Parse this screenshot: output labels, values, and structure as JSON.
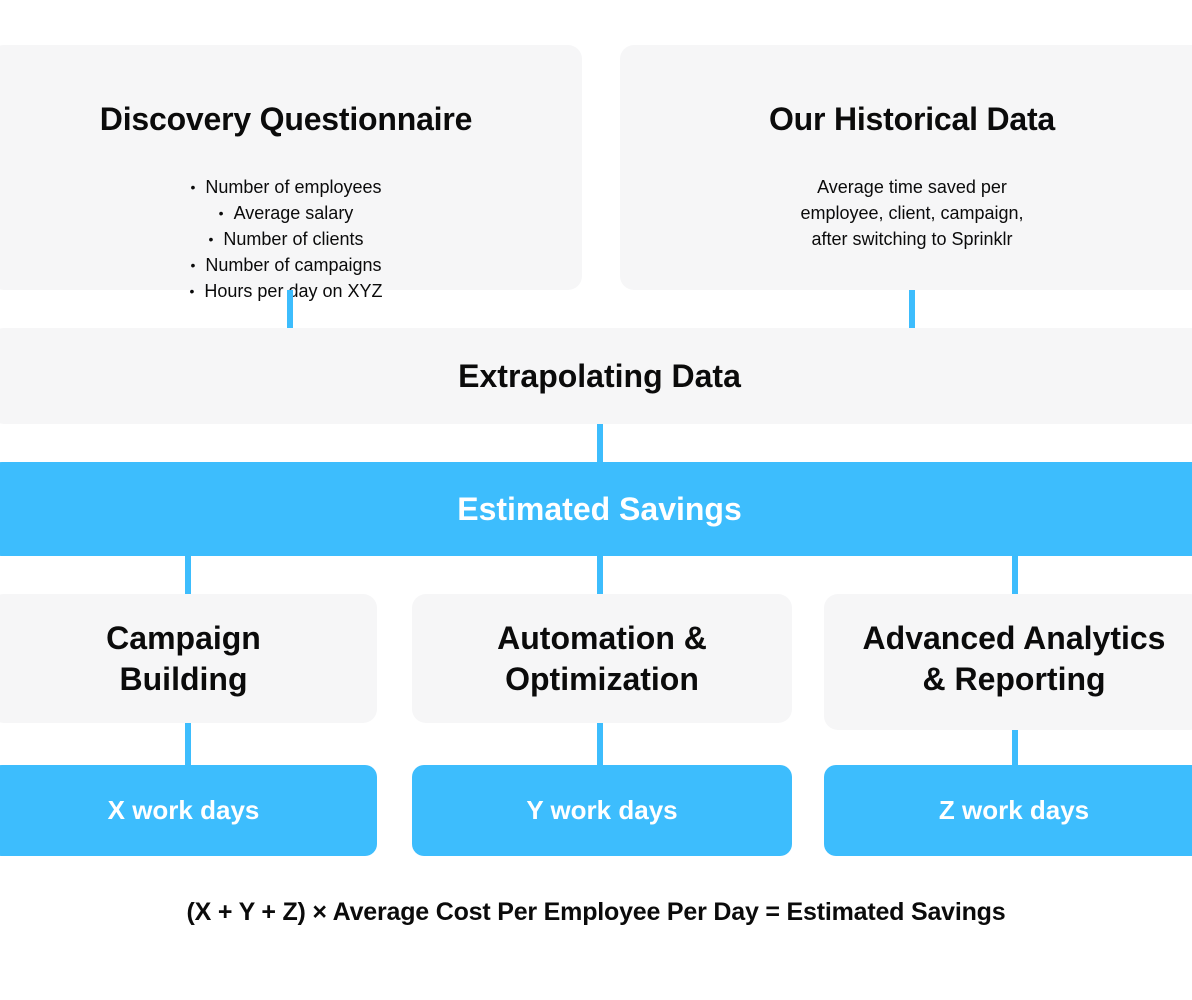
{
  "discovery": {
    "title": "Discovery Questionnaire",
    "items": [
      "Number of employees",
      "Average salary",
      "Number of clients",
      "Number of campaigns",
      "Hours per day on XYZ"
    ]
  },
  "historical": {
    "title": "Our Historical Data",
    "lines": [
      "Average time saved per",
      "employee, client, campaign,",
      "after switching to Sprinklr"
    ]
  },
  "extrapolating": {
    "title": "Extrapolating Data"
  },
  "estimated": {
    "title": "Estimated Savings"
  },
  "categories": [
    {
      "line1": "Campaign",
      "line2": "Building",
      "result": "X work days"
    },
    {
      "line1": "Automation &",
      "line2": "Optimization",
      "result": "Y work days"
    },
    {
      "line1": "Advanced Analytics",
      "line2": "& Reporting",
      "result": "Z work days"
    }
  ],
  "formula": "(X + Y + Z) × Average Cost Per Employee Per Day = Estimated Savings",
  "colors": {
    "accent": "#3dbdfd",
    "box": "#f6f6f7",
    "text": "#0b0b0b"
  }
}
